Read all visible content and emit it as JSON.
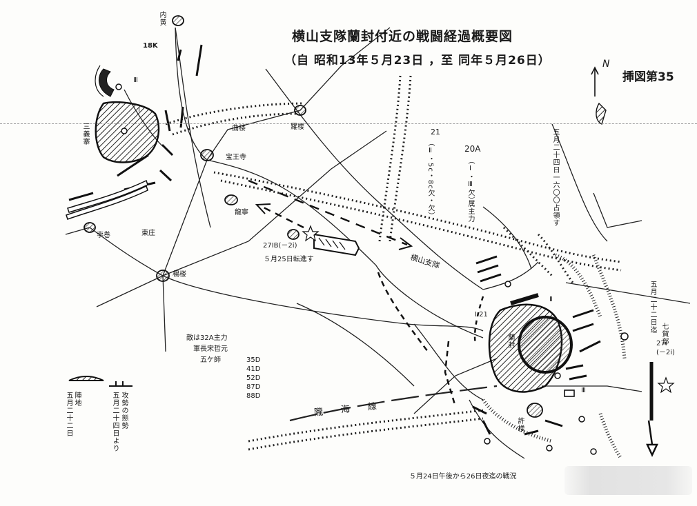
{
  "title": "横山支隊蘭封付近の戦闘経過概要図",
  "subtitle": "（自 昭和13年５月23日 ，至 同年５月26日）",
  "figure_label": "挿図第35",
  "north_label": "N",
  "places": {
    "neihuang": "内黄",
    "sanyisi": "三義寨",
    "qujia": "曲楼",
    "rongyang": "羅楼",
    "baowang": "宝王寺",
    "longmen": "龍寧",
    "shengong": "孛巻",
    "dongzhuang": "東庄",
    "yanlou": "楊楼",
    "lanfeng": "蘭封",
    "xulou": "許楼"
  },
  "units": {
    "u18k": "18K",
    "uIII": "Ⅲ",
    "uI": "Ⅰ",
    "u21": "21",
    "u20A": "20A",
    "u27IB": "27IB(－2i)",
    "uI21": "Ⅰ 21",
    "uII": "Ⅱ",
    "u27b": "27i",
    "u2i": "(－2i)",
    "uIII2": "Ⅲ"
  },
  "notes": {
    "may25": "５月25日転進す",
    "yokoyama": "横山支隊",
    "col21": "（Ⅱ・5c・8c欠・欠）",
    "col20a": "（Ⅰ・Ⅲ欠）",
    "col20a2": "属主力",
    "may24": "五月二十四日一六〇〇占領す",
    "may22r": "五月二十二日迄",
    "shichi": "七賀部",
    "enemy": "敵は32A主力",
    "enemy2": "軍長宋哲元",
    "enemy3": "五ケ師",
    "bottom": "５月24日午後から26日夜迄の戦況",
    "railway": "隴　　海　　線"
  },
  "divisions": [
    "35D",
    "41D",
    "52D",
    "87D",
    "88D"
  ],
  "legend": {
    "item1_label": "陣地",
    "item1_date": "五月二十二日",
    "item2_label": "攻勢の態勢",
    "item2_date": "五月二十四日より"
  }
}
